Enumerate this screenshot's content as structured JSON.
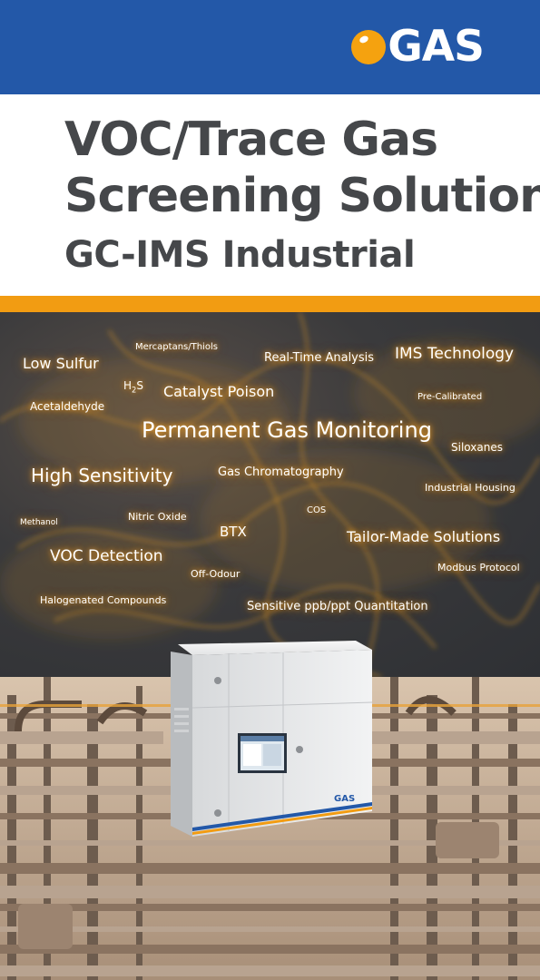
{
  "brand": {
    "logo_text": "GAS",
    "colors": {
      "blue": "#2358a8",
      "orange": "#f29c12",
      "title_gray": "#45474a"
    }
  },
  "title": {
    "line1": "VOC/Trace Gas",
    "line2": "Screening Solutions",
    "subtitle": "GC-IMS Industrial"
  },
  "keywords": {
    "low_sulfur": "Low Sulfur",
    "mercaptans": "Mercaptans/Thiols",
    "real_time": "Real-Time Analysis",
    "ims_technology": "IMS Technology",
    "h2s_base": "H",
    "h2s_sub": "2",
    "h2s_tail": "S",
    "catalyst_poison": "Catalyst Poison",
    "pre_calibrated": "Pre-Calibrated",
    "acetaldehyde": "Acetaldehyde",
    "permanent_gas": "Permanent Gas Monitoring",
    "siloxanes": "Siloxanes",
    "high_sensitivity": "High Sensitivity",
    "gas_chromatography": "Gas Chromatography",
    "industrial_housing": "Industrial Housing",
    "methanol": "Methanol",
    "nitric_oxide": "Nitric Oxide",
    "cos": "COS",
    "btx": "BTX",
    "tailor_made": "Tailor-Made Solutions",
    "voc_detection": "VOC Detection",
    "modbus": "Modbus Protocol",
    "off_odour": "Off-Odour",
    "halogenated": "Halogenated Compounds",
    "ppb_ppt": "Sensitive ppb/ppt Quantitation"
  },
  "device": {
    "logo_text": "GAS"
  }
}
